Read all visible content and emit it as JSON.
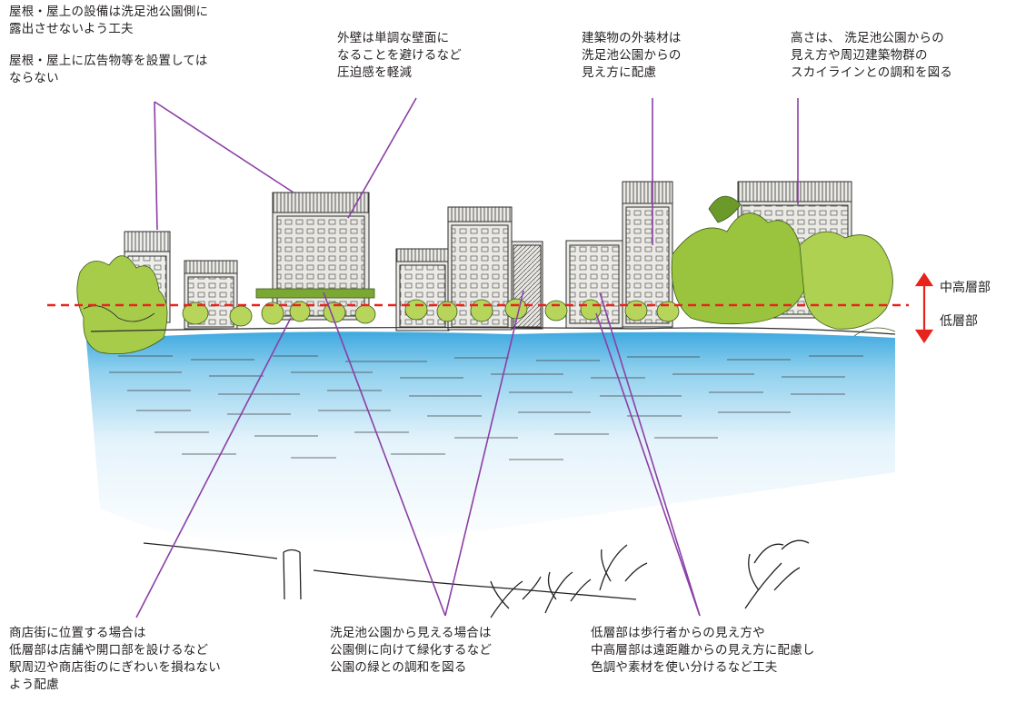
{
  "annotations": {
    "roof_equipment": [
      "屋根・屋上の設備は洗足池公園側に",
      "露出させないよう工夫"
    ],
    "roof_ads": [
      "屋根・屋上に広告物等を設置しては",
      "ならない"
    ],
    "outer_wall": [
      "外壁は単調な壁面に",
      "なることを避けるなど",
      "圧迫感を軽減"
    ],
    "exterior_material": [
      "建築物の外装材は",
      "洗足池公園からの",
      "見え方に配慮"
    ],
    "height": [
      "高さは、 洗足池公園からの",
      "見え方や周辺建築物群の",
      "スカイラインとの調和を図る"
    ],
    "shopping_street": [
      "商店街に位置する場合は",
      "低層部は店舗や開口部を設けるなど",
      "駅周辺や商店街のにぎわいを損ねない",
      "よう配慮"
    ],
    "park_view": [
      "洗足池公園から見える場合は",
      "公園側に向けて緑化するなど",
      "公園の緑との調和を図る"
    ],
    "low_level": [
      "低層部は歩行者からの見え方や",
      "中高層部は遠距離からの見え方に配慮し",
      "色調や素材を使い分けるなど工夫"
    ]
  },
  "levels": {
    "upper": "中高層部",
    "lower": "低層部"
  },
  "colors": {
    "leader_line": "#8b3fa6",
    "divider": "#e8231b",
    "arrow": "#e8231b",
    "water": "#59b7e2",
    "tree": "#a6cc4a",
    "building": "#e9e8e4"
  }
}
